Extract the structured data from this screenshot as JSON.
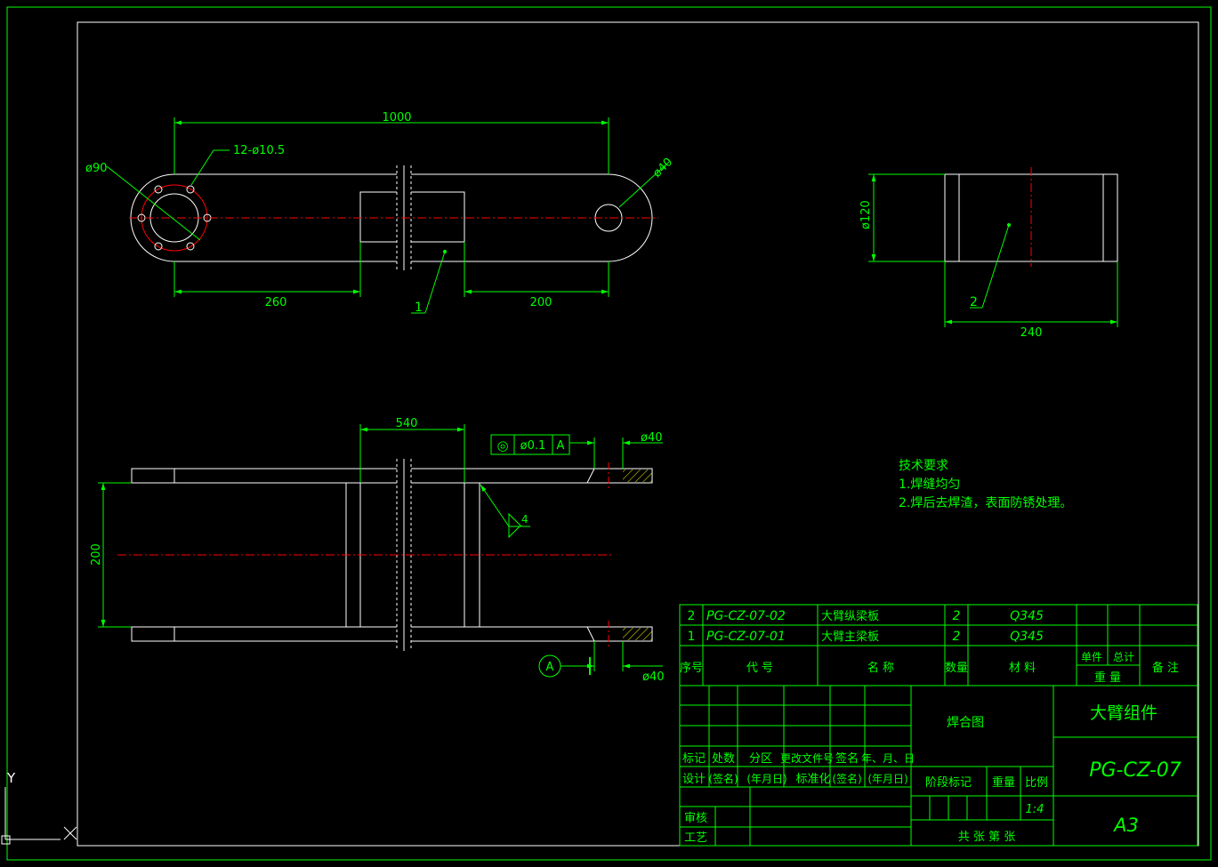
{
  "colors": {
    "background": "#000000",
    "frame": "#00ff00",
    "outline": "#ffffff",
    "dimension": "#00ff00",
    "centerline": "#ff0000",
    "text": "#00ff00",
    "hatch": "#ffff00"
  },
  "dimensions": {
    "top_length": "1000",
    "hole_pattern": "12-ø10.5",
    "left_diameter": "ø90",
    "right_diameter": "ø40",
    "left_offset": "260",
    "right_offset": "200",
    "tube_diameter": "ø120",
    "tube_length": "240",
    "front_width": "540",
    "front_height": "200",
    "front_hole_top": "ø40",
    "front_hole_bottom": "ø40",
    "weld_size": "4"
  },
  "balloons": {
    "part1": "1",
    "part2": "2"
  },
  "tolerance": {
    "symbol": "◎",
    "value": "ø0.1",
    "datum": "A"
  },
  "datum_marker": "A",
  "tech_requirements": {
    "title": "技术要求",
    "line1": "1.焊缝均匀",
    "line2": "2.焊后去焊渣，表面防锈处理。"
  },
  "bom": {
    "rows": [
      {
        "no": "2",
        "code": "PG-CZ-07-02",
        "name": "大臂纵梁板",
        "qty": "2",
        "material": "Q345"
      },
      {
        "no": "1",
        "code": "PG-CZ-07-01",
        "name": "大臂主梁板",
        "qty": "2",
        "material": "Q345"
      }
    ],
    "headers": {
      "no": "序号",
      "code": "代  号",
      "name": "名  称",
      "qty": "数量",
      "material": "材  料",
      "unit": "单件",
      "total": "总计",
      "weight": "重  量",
      "remark": "备  注"
    }
  },
  "title_block": {
    "drawing_type": "焊合图",
    "part_name": "大臂组件",
    "drawing_no": "PG-CZ-07",
    "sheet_size": "A3",
    "scale": "1:4",
    "row_mark": [
      "标记",
      "处数",
      "分区",
      "更改文件号",
      "签名",
      "年、月、日"
    ],
    "row_design": [
      "设计",
      "(签名)",
      "(年月日)",
      "标准化",
      "(签名)",
      "(年月日)"
    ],
    "review": "审核",
    "process": "工艺",
    "stage": "阶段标记",
    "weight": "重量",
    "ratio": "比例",
    "sheets": "共    张  第    张"
  },
  "ucs": {
    "y": "Y"
  }
}
